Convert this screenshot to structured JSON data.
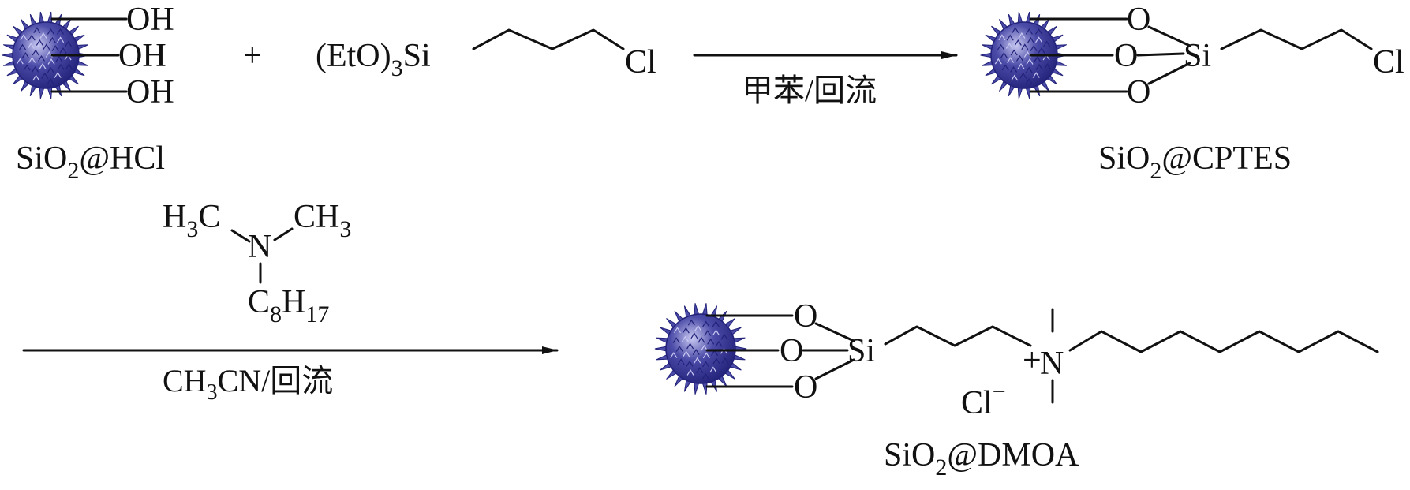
{
  "colors": {
    "sphere_dark": "#22227a",
    "sphere_mid": "#4b4ba8",
    "sphere_light": "#c9c9f2",
    "ink": "#111111"
  },
  "reactant_silica": {
    "groups": [
      "OH",
      "OH",
      "OH"
    ],
    "label_main": "SiO",
    "label_sub": "2",
    "label_tail": "@HCl"
  },
  "plus_sign": "+",
  "reagent_cptes": {
    "prefix": "(EtO)",
    "sub": "3",
    "si": "Si",
    "chloro": "Cl"
  },
  "arrow1": {
    "condition": "甲苯/回流"
  },
  "product_cptes": {
    "oxygens": [
      "O",
      "O",
      "O"
    ],
    "si": "Si",
    "chloro": "Cl",
    "label_main": "SiO",
    "label_sub": "2",
    "label_tail": "@CPTES"
  },
  "amine_reagent": {
    "h3c_h": "H",
    "h3c_sub": "3",
    "h3c_c": "C",
    "n": "N",
    "ch3_ch": "CH",
    "ch3_sub": "3",
    "c8_c": "C",
    "c8_sub": "8",
    "c8_h": "H",
    "c8_sub2": "17"
  },
  "arrow2": {
    "cond_ch": "CH",
    "cond_sub": "3",
    "cond_tail": "CN/回流"
  },
  "product_dmoa": {
    "oxygens": [
      "O",
      "O",
      "O"
    ],
    "si": "Si",
    "charge": "+",
    "n": "N",
    "counterion": "Cl",
    "counter_charge": "−",
    "label_main": "SiO",
    "label_sub": "2",
    "label_tail": "@DMOA"
  }
}
